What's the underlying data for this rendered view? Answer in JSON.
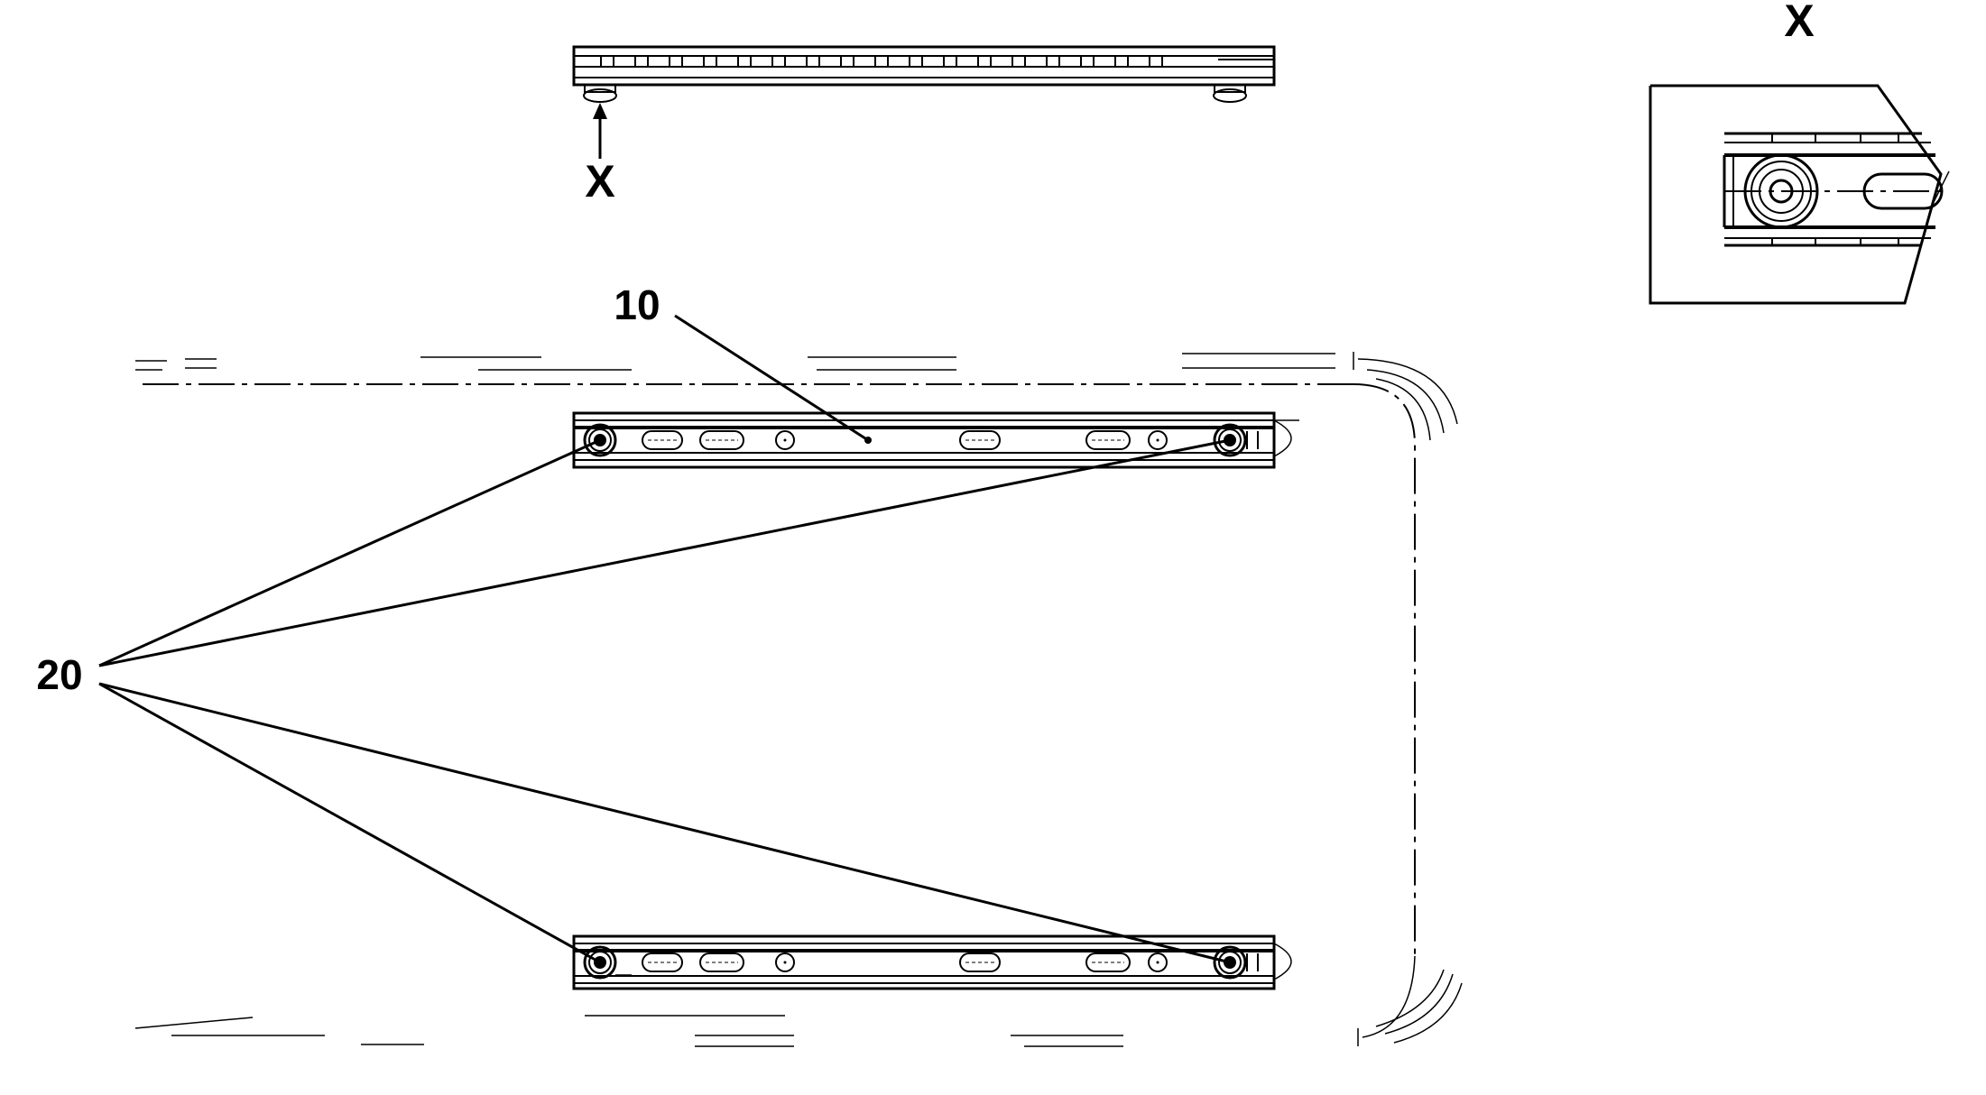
{
  "labels": {
    "view_marker_top": "X",
    "detail_title": "X",
    "part_rail": "10",
    "part_fastener": "20"
  }
}
